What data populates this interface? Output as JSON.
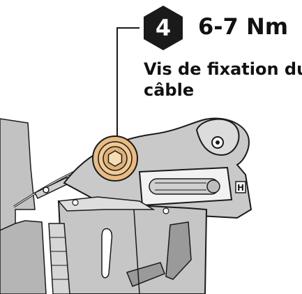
{
  "callout": {
    "step_number": "4",
    "torque": "6-7 Nm",
    "caption_line1": "Vis de fixation du",
    "caption_line2": "câble"
  },
  "parts": {
    "marker_letter": "H"
  },
  "colors": {
    "bolt_fill": "#e9bb82",
    "bolt_stroke": "#1a1a1a",
    "derailleur_gray": "#b9b9b9",
    "light_gray": "#e6e6e6",
    "mid_gray": "#8a8a8a",
    "outline": "#1a1a1a",
    "badge": "#1a1a1a"
  }
}
